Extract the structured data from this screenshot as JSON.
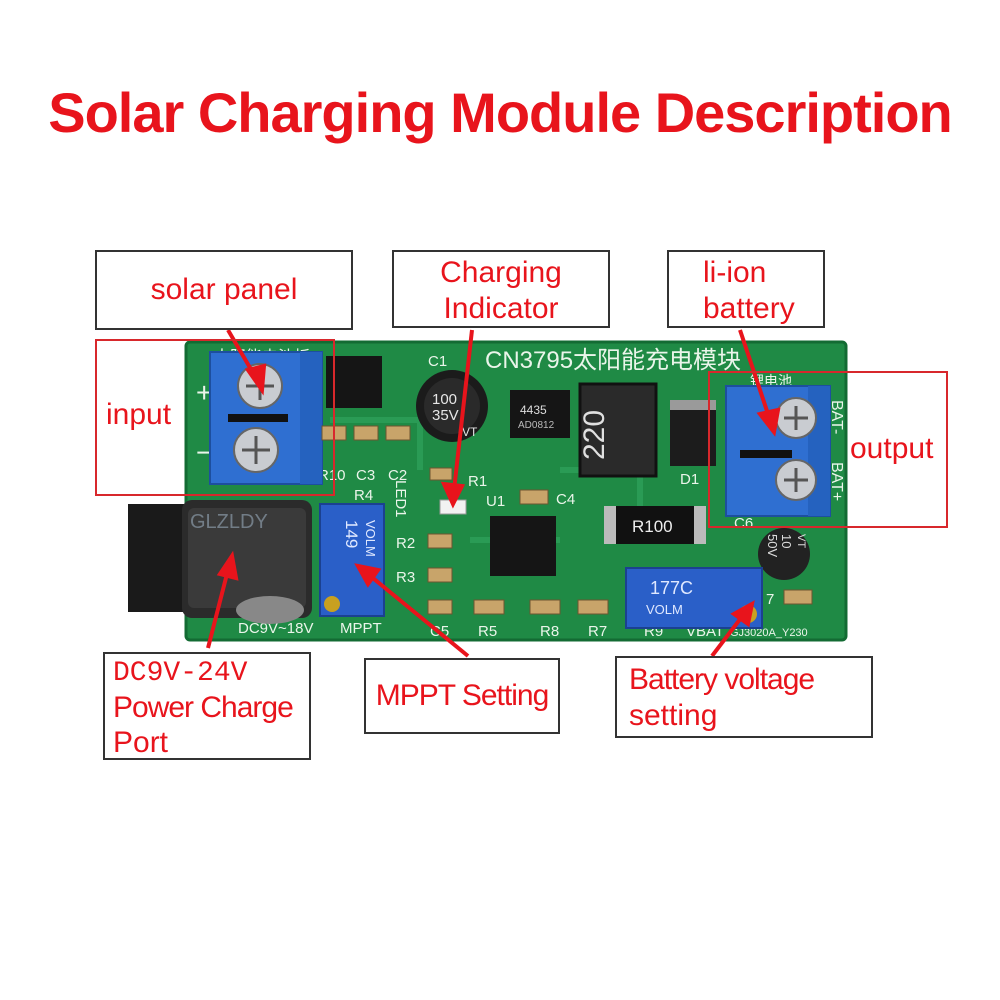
{
  "title": "Solar Charging Module Description",
  "labels": {
    "solar_panel": "solar panel",
    "charging_indicator_l1": "Charging",
    "charging_indicator_l2": "Indicator",
    "li_ion_l1": "li-ion",
    "li_ion_l2": "battery",
    "input": "input",
    "output": "output",
    "dc_port_l1": "DC9V-24V",
    "dc_port_l2": "Power Charge",
    "dc_port_l3": "Port",
    "mppt": "MPPT Setting",
    "batt_voltage_l1": "Battery voltage",
    "batt_voltage_l2": "setting"
  },
  "board": {
    "silkscreen_title": "CN3795太阳能充电模块",
    "silk_solar": "太阳能电池板",
    "silk_battery": "锂电池",
    "silk_bat_minus": "BAT-",
    "silk_bat_plus": "BAT+",
    "silk_plus": "+",
    "silk_minus": "−",
    "silk_dc": "DC9V~18V",
    "silk_mppt": "MPPT",
    "silk_vbat": "VBAT",
    "silk_code": "GJ3020A_Y230",
    "watermark": "GLZLDY",
    "cap_c1_line1": "100",
    "cap_c1_line2": "35V",
    "cap_c1_line3": "VT",
    "cap_small_line1": "10",
    "cap_small_line2": "50V",
    "cap_small_line3": "VT",
    "mosfet_text": "4435",
    "mosfet_sub": "AD0812",
    "inductor_text": "220",
    "resistor_text": "R100",
    "pot_left": "149",
    "pot_left_sub": "VOLM",
    "pot_right": "177C",
    "pot_right_sub": "VOLM",
    "refs": [
      "C1",
      "R10",
      "C3",
      "C2",
      "R1",
      "LED1",
      "R4",
      "R2",
      "R3",
      "U1",
      "C4",
      "D1",
      "C6",
      "R5",
      "C5",
      "R8",
      "R7",
      "R9",
      "7"
    ]
  },
  "colors": {
    "accent_red": "#e8141c",
    "pcb_green": "#1f8a45",
    "terminal_blue": "#2f6fd1",
    "pot_blue": "#2a5fc8"
  }
}
